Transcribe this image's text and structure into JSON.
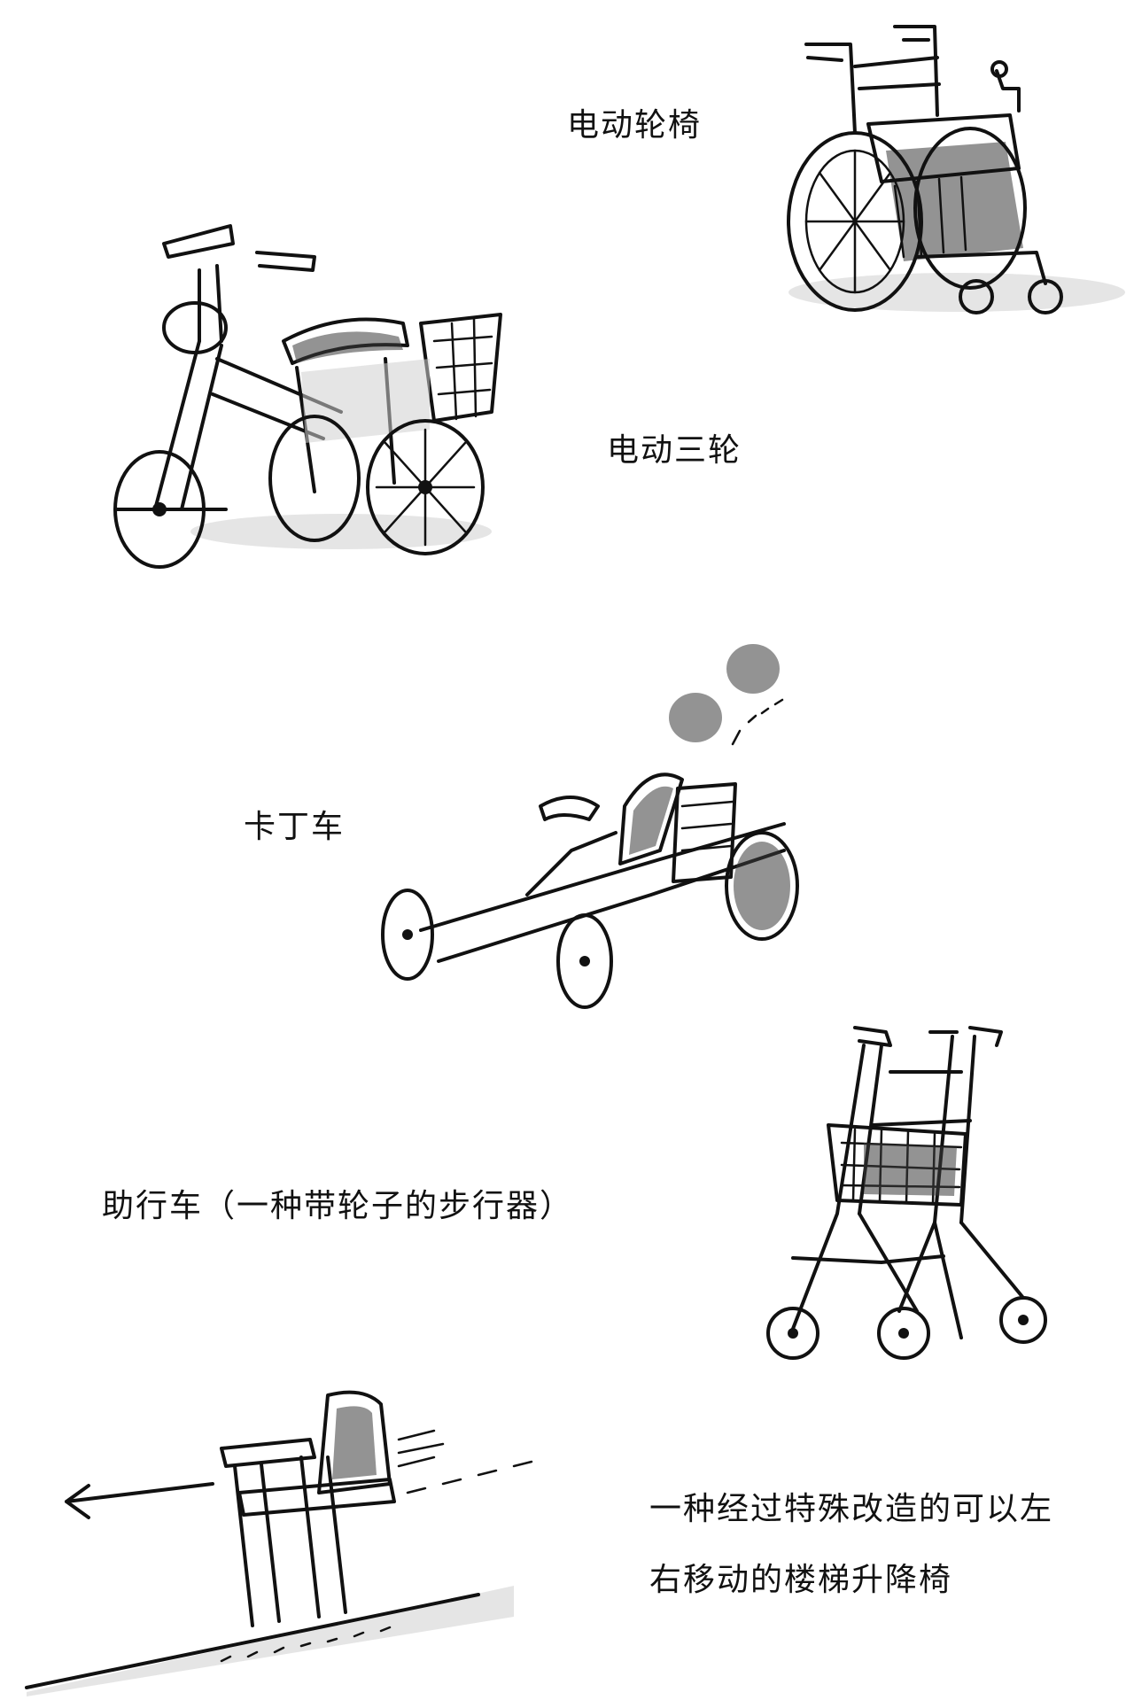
{
  "captions": {
    "wheelchair": "电动轮椅",
    "tricycle": "电动三轮",
    "kart": "卡丁车",
    "rollator": "助行车（一种带轮子的步行器）",
    "stairlift_line1": "一种经过特殊改造的可以左",
    "stairlift_line2": "右移动的楼梯升降椅"
  },
  "colors": {
    "ink": "#111111",
    "wash": "#cfcfcf",
    "background": "#ffffff"
  }
}
